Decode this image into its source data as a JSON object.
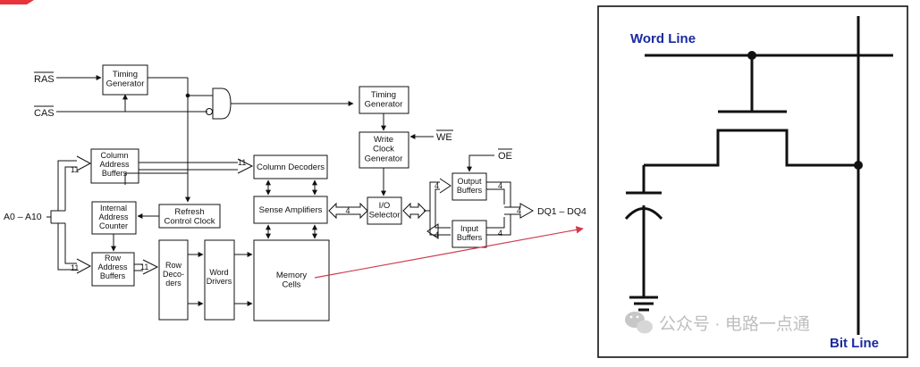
{
  "block_diagram": {
    "signals": {
      "ras": "RAS",
      "cas": "CAS",
      "we": "WE",
      "oe": "OE",
      "address": "A0 – A10",
      "data": "DQ1 – DQ4"
    },
    "blocks": {
      "timing_generator_1": [
        "Timing",
        "Generator"
      ],
      "timing_generator_2": [
        "Timing",
        "Generator"
      ],
      "column_address_buffers": [
        "Column",
        "Address",
        "Buffers"
      ],
      "column_decoders": [
        "Column Decoders"
      ],
      "internal_address_counter": [
        "Internal",
        "Address",
        "Counter"
      ],
      "refresh_control_clock": [
        "Refresh",
        "Control Clock"
      ],
      "row_address_buffers": [
        "Row",
        "Address",
        "Buffers"
      ],
      "row_decoders": [
        "Row",
        "Deco-",
        "ders"
      ],
      "word_drivers": [
        "Word",
        "Drivers"
      ],
      "sense_amplifiers": [
        "Sense Amplifiers"
      ],
      "memory_cells": [
        "Memory",
        "Cells"
      ],
      "write_clock_generator": [
        "Write",
        "Clock",
        "Generator"
      ],
      "io_selector": [
        "I/O",
        "Selector"
      ],
      "output_buffers": [
        "Output",
        "Buffers"
      ],
      "input_buffers": [
        "Input",
        "Buffers"
      ]
    },
    "bus_widths": {
      "addr_col": "11",
      "addr_row": "11",
      "col_dec": "11",
      "row_dec": "11",
      "sense_io": "4",
      "io_out": "4",
      "io_in": "4",
      "out_dq": "4",
      "in_dq": "4",
      "dq": "4"
    }
  },
  "cell_diagram": {
    "word_line": "Word Line",
    "bit_line": "Bit Line",
    "label_color": "#1a2aa0"
  },
  "watermark": {
    "text": "公众号 · 电路一点通"
  },
  "colors": {
    "accent_top": "#e8323c",
    "arrow": "#d23a4e",
    "line": "#111111"
  }
}
